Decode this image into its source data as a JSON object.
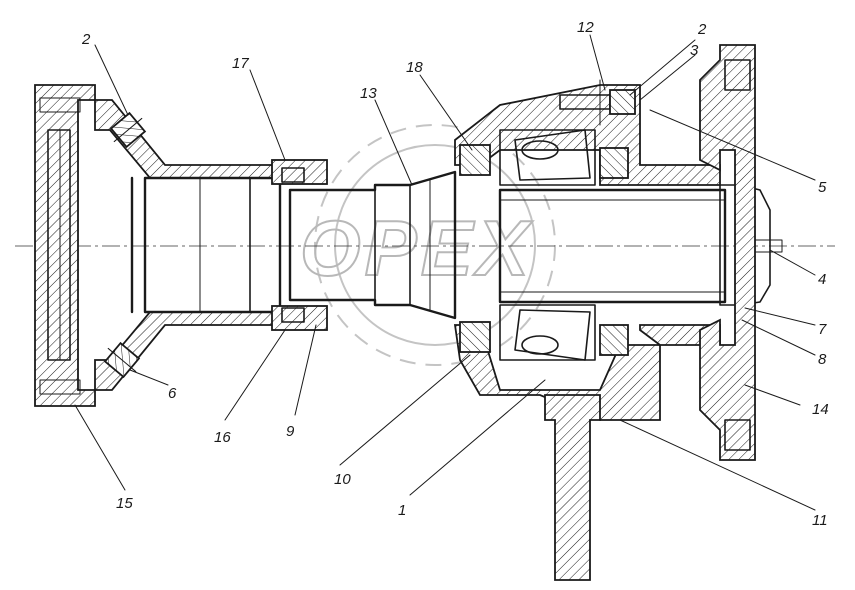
{
  "watermark": "OPEX",
  "callouts": [
    "2",
    "17",
    "13",
    "18",
    "12",
    "2",
    "3",
    "5",
    "4",
    "7",
    "8",
    "14",
    "11",
    "1",
    "10",
    "9",
    "16",
    "15",
    "6"
  ]
}
